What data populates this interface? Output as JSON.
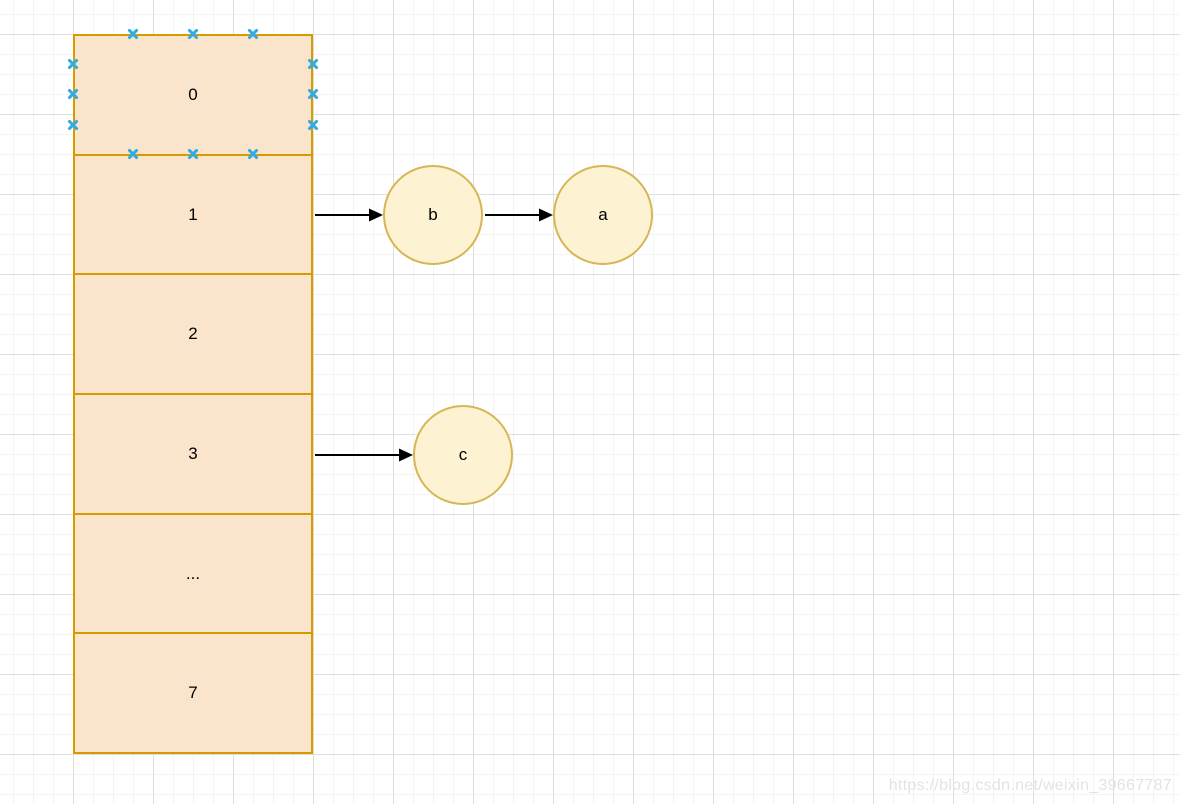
{
  "diagram": {
    "kind": "hash-table-with-chained-list-nodes",
    "array": {
      "cells": [
        {
          "label": "0",
          "hovered_with_connection_points": true
        },
        {
          "label": "1"
        },
        {
          "label": "2"
        },
        {
          "label": "3"
        },
        {
          "label": "..."
        },
        {
          "label": "7"
        }
      ],
      "fill_color": "#fae4cb",
      "stroke_color": "#d79b00"
    },
    "nodes": [
      {
        "id": "b",
        "label": "b"
      },
      {
        "id": "a",
        "label": "a"
      },
      {
        "id": "c",
        "label": "c"
      }
    ],
    "node_style": {
      "fill_color": "#fdf2d2",
      "stroke_color": "#d6b656"
    },
    "edges": [
      {
        "from": "cell-1",
        "to": "b"
      },
      {
        "from": "b",
        "to": "a"
      },
      {
        "from": "cell-3",
        "to": "c"
      }
    ],
    "edge_color": "#000000",
    "connection_point_color": "#30ace2"
  },
  "watermark": {
    "text": "https://blog.csdn.net/weixin_39667787"
  }
}
